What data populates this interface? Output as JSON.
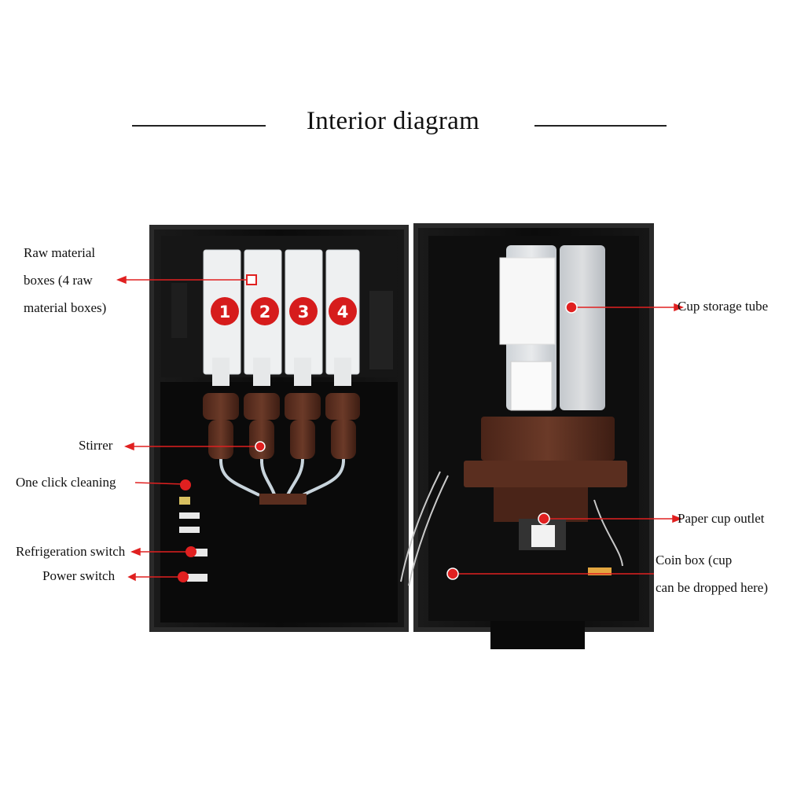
{
  "title": "Interior diagram",
  "colors": {
    "annotation": "#e02020",
    "badge": "#d61c1c",
    "cabinet": "#0c0c0c",
    "brown": "#5a2e1f"
  },
  "boxes": [
    "1",
    "2",
    "3",
    "4"
  ],
  "labels": {
    "raw_material_1": "Raw material",
    "raw_material_2": "boxes (4 raw",
    "raw_material_3": "material boxes)",
    "stirrer": "Stirrer",
    "one_click_cleaning": "One click cleaning",
    "refrigeration_switch": "Refrigeration switch",
    "power_switch": "Power switch",
    "cup_storage_tube": "Cup storage tube",
    "paper_cup_outlet": "Paper cup outlet",
    "coin_box_1": "Coin box (cup",
    "coin_box_2": "can be dropped here)"
  }
}
